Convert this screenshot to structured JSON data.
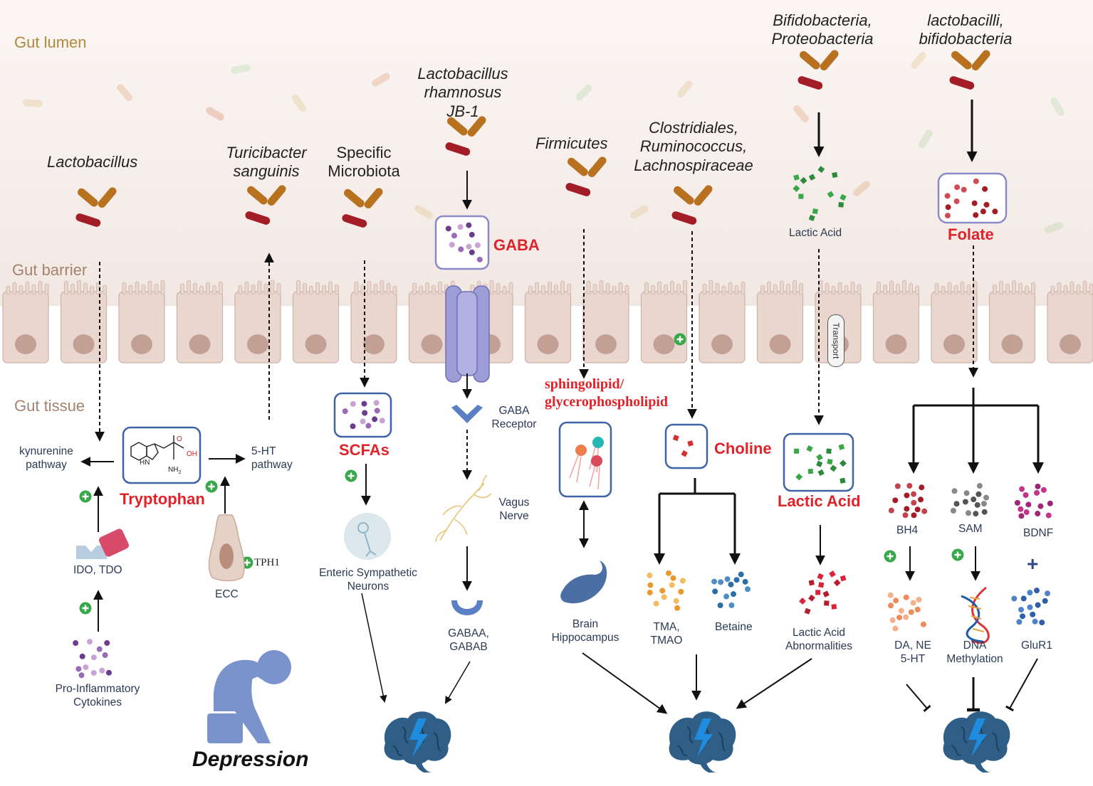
{
  "zones": {
    "lumen": "Gut lumen",
    "barrier": "Gut barrier",
    "tissue": "Gut tissue"
  },
  "bacteria": {
    "lactobacillus": "Lactobacillus",
    "turicibacter_1": "Turicibacter",
    "turicibacter_2": "sanguinis",
    "specific_1": "Specific",
    "specific_2": "Microbiota",
    "rhamnosus_1": "Lactobacillus",
    "rhamnosus_2": "rhamnosus",
    "rhamnosus_3": "JB-1",
    "firmicutes": "Firmicutes",
    "clostridiales_1": "Clostridiales,",
    "clostridiales_2": "Ruminococcus,",
    "clostridiales_3": "Lachnospiraceae",
    "bifido_1": "Bifidobacteria,",
    "bifido_2": "Proteobacteria",
    "lacto_bifido_1": "lactobacilli,",
    "lacto_bifido_2": "bifidobacteria"
  },
  "tryptophan": {
    "name": "Tryptophan",
    "kynurenine_1": "kynurenine",
    "kynurenine_2": "pathway",
    "ht_1": "5-HT",
    "ht_2": "pathway",
    "ido_tdo": "IDO, TDO",
    "ecc": "ECC",
    "tph1": "TPH1",
    "cytokines_1": "Pro-Inflammatory",
    "cytokines_2": "Cytokines",
    "hn": "HN",
    "nh2": "NH",
    "nh2_sub": "2",
    "o": "O",
    "oh": "OH"
  },
  "scfa": {
    "name": "SCFAs",
    "neurons_1": "Enteric Sympathetic",
    "neurons_2": "Neurons"
  },
  "gaba": {
    "name": "GABA",
    "receptor_1": "GABA",
    "receptor_2": "Receptor",
    "vagus_1": "Vagus",
    "vagus_2": "Nerve",
    "gabaa_1": "GABAA,",
    "gabaa_2": "GABAB"
  },
  "lipid": {
    "name_1": "sphingolipid/",
    "name_2": "glycerophospholipid",
    "brain_1": "Brain",
    "brain_2": "Hippocampus"
  },
  "choline": {
    "name": "Choline",
    "tma_1": "TMA,",
    "tma_2": "TMAO",
    "betaine": "Betaine"
  },
  "lactic": {
    "lumen": "Lactic Acid",
    "transport": "Transport",
    "tissue": "Lactic Acid",
    "abn_1": "Lactic Acid",
    "abn_2": "Abnormalities"
  },
  "folate": {
    "name": "Folate",
    "bh4": "BH4",
    "sam": "SAM",
    "bdnf": "BDNF",
    "da_1": "DA, NE",
    "da_2": "5-HT",
    "dna_1": "DNA",
    "dna_2": "Methylation",
    "glur1": "GluR1",
    "plus": "+"
  },
  "depression": "Depression",
  "colors": {
    "red_label": "#e0232a",
    "bacterium_orange": "#b8711e",
    "bacterium_red": "#a31d26",
    "cell": "#e9d7cf",
    "nucleus": "#c2a194",
    "box_border": "#3e64a8",
    "brain": "#2f5f86",
    "plus_green": "#39a84a"
  },
  "icons": [
    "bacteria-icon",
    "cell-layer-icon",
    "gaba-receptor-icon",
    "vagus-nerve-icon",
    "brain-icon",
    "dna-icon",
    "depressed-person-icon",
    "plus-icon"
  ]
}
